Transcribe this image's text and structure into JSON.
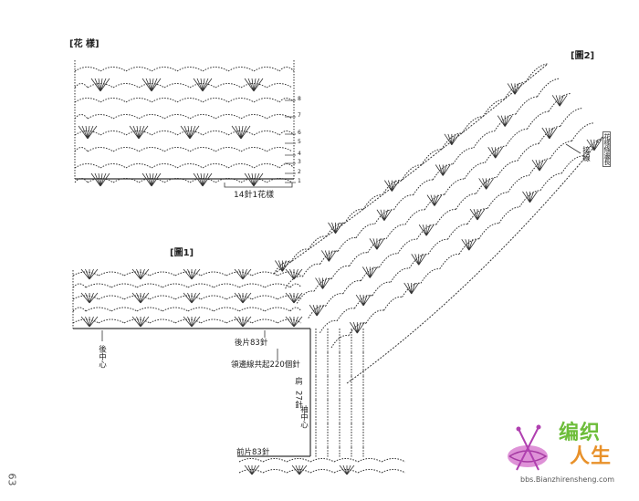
{
  "legend": {
    "title": "[花 樣]",
    "repeat": "14針1花樣",
    "row_numbers": [
      "8",
      "7",
      "6",
      "5",
      "4",
      "3",
      "2",
      "1"
    ]
  },
  "figure1": {
    "title": "[圖1]",
    "back_center": "後中心",
    "back_piece": "後片83針",
    "pickup_total": "領邊線共起220個針",
    "shoulder": "肩",
    "shoulder_count": "27針",
    "shoulder_center": "袖中心",
    "front_piece": "前片83針"
  },
  "figure2": {
    "title": "[圖2]",
    "join_label": "接線",
    "side_label": "花樣條邊長"
  },
  "page_number": "63",
  "watermark": {
    "line1": "编织",
    "line2": "人生",
    "url": "bbs.Bianzhirensheng.com"
  }
}
